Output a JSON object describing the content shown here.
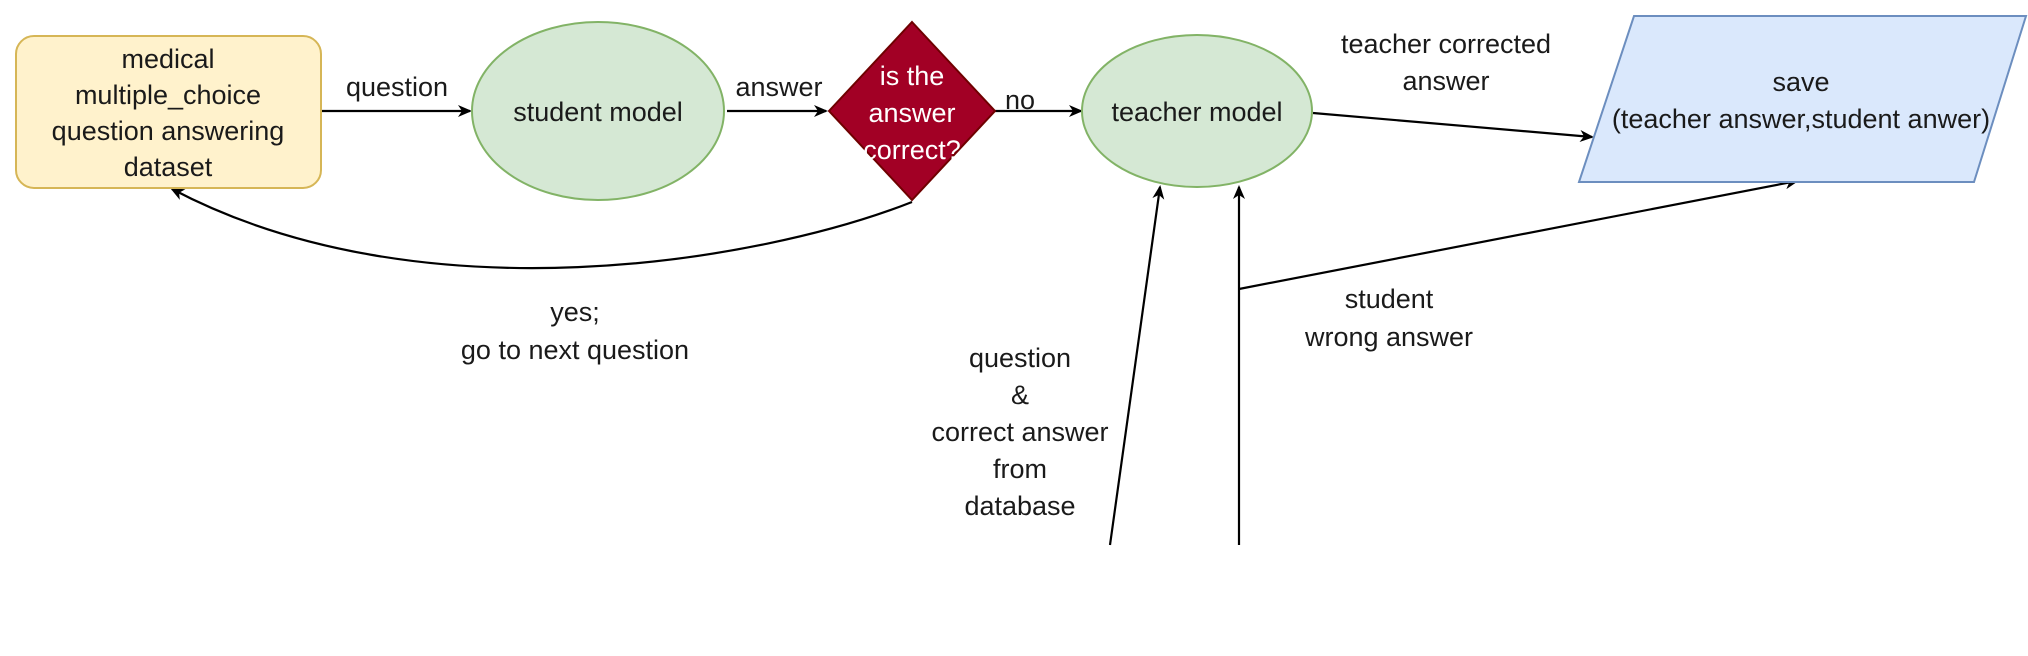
{
  "nodes": {
    "dataset": {
      "lines": [
        "medical",
        "multiple_choice",
        "question answering",
        "dataset"
      ]
    },
    "student_model": {
      "lines": [
        "student model"
      ]
    },
    "decision": {
      "lines": [
        "is the",
        "answer",
        "correct?"
      ]
    },
    "teacher_model": {
      "lines": [
        "teacher model"
      ]
    },
    "save": {
      "lines": [
        "save",
        "(teacher answer,student anwer)"
      ]
    }
  },
  "edges": {
    "question": {
      "lines": [
        "question"
      ]
    },
    "answer": {
      "lines": [
        "answer"
      ]
    },
    "no": {
      "lines": [
        "no"
      ]
    },
    "teacher_corrected": {
      "lines": [
        "teacher corrected",
        "answer"
      ]
    },
    "yes_next": {
      "lines": [
        "yes;",
        "go to next question"
      ]
    },
    "question_correct": {
      "lines": [
        "question",
        "&",
        "correct answer",
        "from",
        "database"
      ]
    },
    "student_wrong": {
      "lines": [
        "student",
        "wrong answer"
      ]
    }
  },
  "colors": {
    "dataset_fill": "#fff2cc",
    "dataset_stroke": "#d6b656",
    "model_fill": "#d5e8d4",
    "model_stroke": "#82b366",
    "decision_fill": "#a20025",
    "decision_stroke": "#6f0000",
    "save_fill": "#dae8fc",
    "save_stroke": "#6c8ebf",
    "edge": "#000000"
  }
}
